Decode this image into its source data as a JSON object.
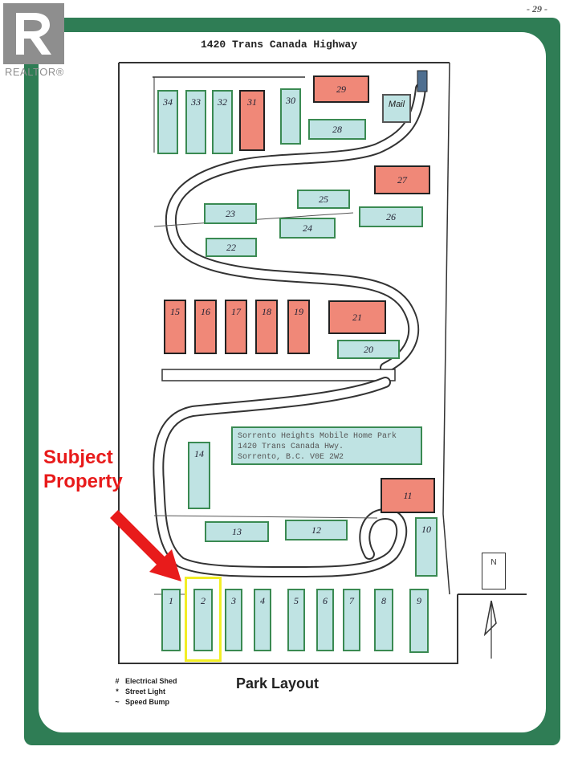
{
  "page_number": "- 29 -",
  "watermark": {
    "brand": "REALTOR®",
    "icon": "realtor-r-logo"
  },
  "map": {
    "title": "1420 Trans Canada Highway",
    "caption": "Park Layout",
    "mail_label": "Mail",
    "north_label": "N",
    "sign_lines": [
      "Sorrento Heights Mobile Home Park",
      "1420 Trans Canada Hwy.",
      "Sorrento, B.C.   V0E 2W2"
    ],
    "lots": [
      {
        "id": "34",
        "status": "available"
      },
      {
        "id": "33",
        "status": "available"
      },
      {
        "id": "32",
        "status": "available"
      },
      {
        "id": "31",
        "status": "occupied"
      },
      {
        "id": "30",
        "status": "available"
      },
      {
        "id": "29",
        "status": "occupied"
      },
      {
        "id": "28",
        "status": "available"
      },
      {
        "id": "27",
        "status": "occupied"
      },
      {
        "id": "26",
        "status": "available"
      },
      {
        "id": "25",
        "status": "available"
      },
      {
        "id": "24",
        "status": "available"
      },
      {
        "id": "23",
        "status": "available"
      },
      {
        "id": "22",
        "status": "available"
      },
      {
        "id": "21",
        "status": "occupied"
      },
      {
        "id": "20",
        "status": "available"
      },
      {
        "id": "19",
        "status": "occupied"
      },
      {
        "id": "18",
        "status": "occupied"
      },
      {
        "id": "17",
        "status": "occupied"
      },
      {
        "id": "16",
        "status": "occupied"
      },
      {
        "id": "15",
        "status": "occupied"
      },
      {
        "id": "14",
        "status": "available"
      },
      {
        "id": "13",
        "status": "available"
      },
      {
        "id": "12",
        "status": "available"
      },
      {
        "id": "11",
        "status": "occupied"
      },
      {
        "id": "10",
        "status": "available"
      },
      {
        "id": "9",
        "status": "available"
      },
      {
        "id": "8",
        "status": "available"
      },
      {
        "id": "7",
        "status": "available"
      },
      {
        "id": "6",
        "status": "available"
      },
      {
        "id": "5",
        "status": "available"
      },
      {
        "id": "4",
        "status": "available"
      },
      {
        "id": "3",
        "status": "available"
      },
      {
        "id": "2",
        "status": "available"
      },
      {
        "id": "1",
        "status": "available"
      }
    ],
    "legend": [
      {
        "symbol": "#",
        "label": "Electrical Shed"
      },
      {
        "symbol": "*",
        "label": "Street Light"
      },
      {
        "symbol": "~",
        "label": "Speed Bump"
      }
    ],
    "colors": {
      "frame": "#2f7d55",
      "available": "#bfe3e3",
      "occupied": "#f08878",
      "highlight": "#f2ee25",
      "annotation": "#e81b1b"
    }
  },
  "annotation": {
    "line1": "Subject",
    "line2": "Property",
    "target_lot": "2"
  }
}
